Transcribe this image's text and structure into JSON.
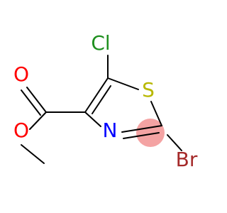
{
  "molecule": {
    "atoms": {
      "cl": {
        "symbol": "Cl",
        "color": "#1e8f1e"
      },
      "s": {
        "symbol": "S",
        "color": "#b8b800"
      },
      "o_carbonyl": {
        "symbol": "O",
        "color": "#ff0000"
      },
      "o_ester": {
        "symbol": "O",
        "color": "#ff0000"
      },
      "n": {
        "symbol": "N",
        "color": "#0000ff"
      },
      "br": {
        "symbol": "Br",
        "color": "#a52a2a"
      }
    },
    "highlight_color": "#f4a3a3",
    "bond_color": "#000000"
  }
}
